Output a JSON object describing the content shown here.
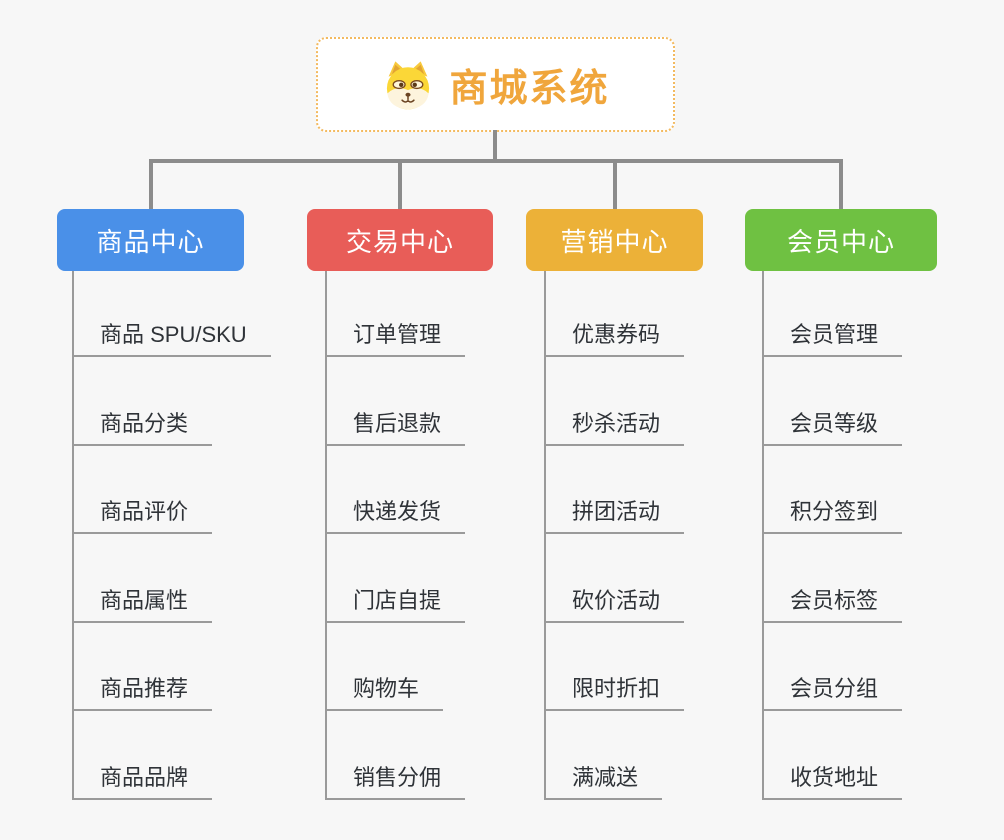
{
  "app": {
    "background_color": "#f7f7f7",
    "connector_color": "#8c8c8c",
    "child_line_color": "#9a9a9a"
  },
  "root": {
    "title": "商城系统",
    "icon": "shiba-dog-icon",
    "text_color": "#f0a63c",
    "border_color": "#f3ba60",
    "fill_color": "#ffffff"
  },
  "branches": [
    {
      "label": "商品中心",
      "color": "#4a90e8",
      "children": [
        "商品 SPU/SKU",
        "商品分类",
        "商品评价",
        "商品属性",
        "商品推荐",
        "商品品牌"
      ]
    },
    {
      "label": "交易中心",
      "color": "#e85d58",
      "children": [
        "订单管理",
        "售后退款",
        "快递发货",
        "门店自提",
        "购物车",
        "销售分佣"
      ]
    },
    {
      "label": "营销中心",
      "color": "#ecb138",
      "children": [
        "优惠券码",
        "秒杀活动",
        "拼团活动",
        "砍价活动",
        "限时折扣",
        "满减送"
      ]
    },
    {
      "label": "会员中心",
      "color": "#6fc142",
      "children": [
        "会员管理",
        "会员等级",
        "积分签到",
        "会员标签",
        "会员分组",
        "收货地址"
      ]
    }
  ]
}
